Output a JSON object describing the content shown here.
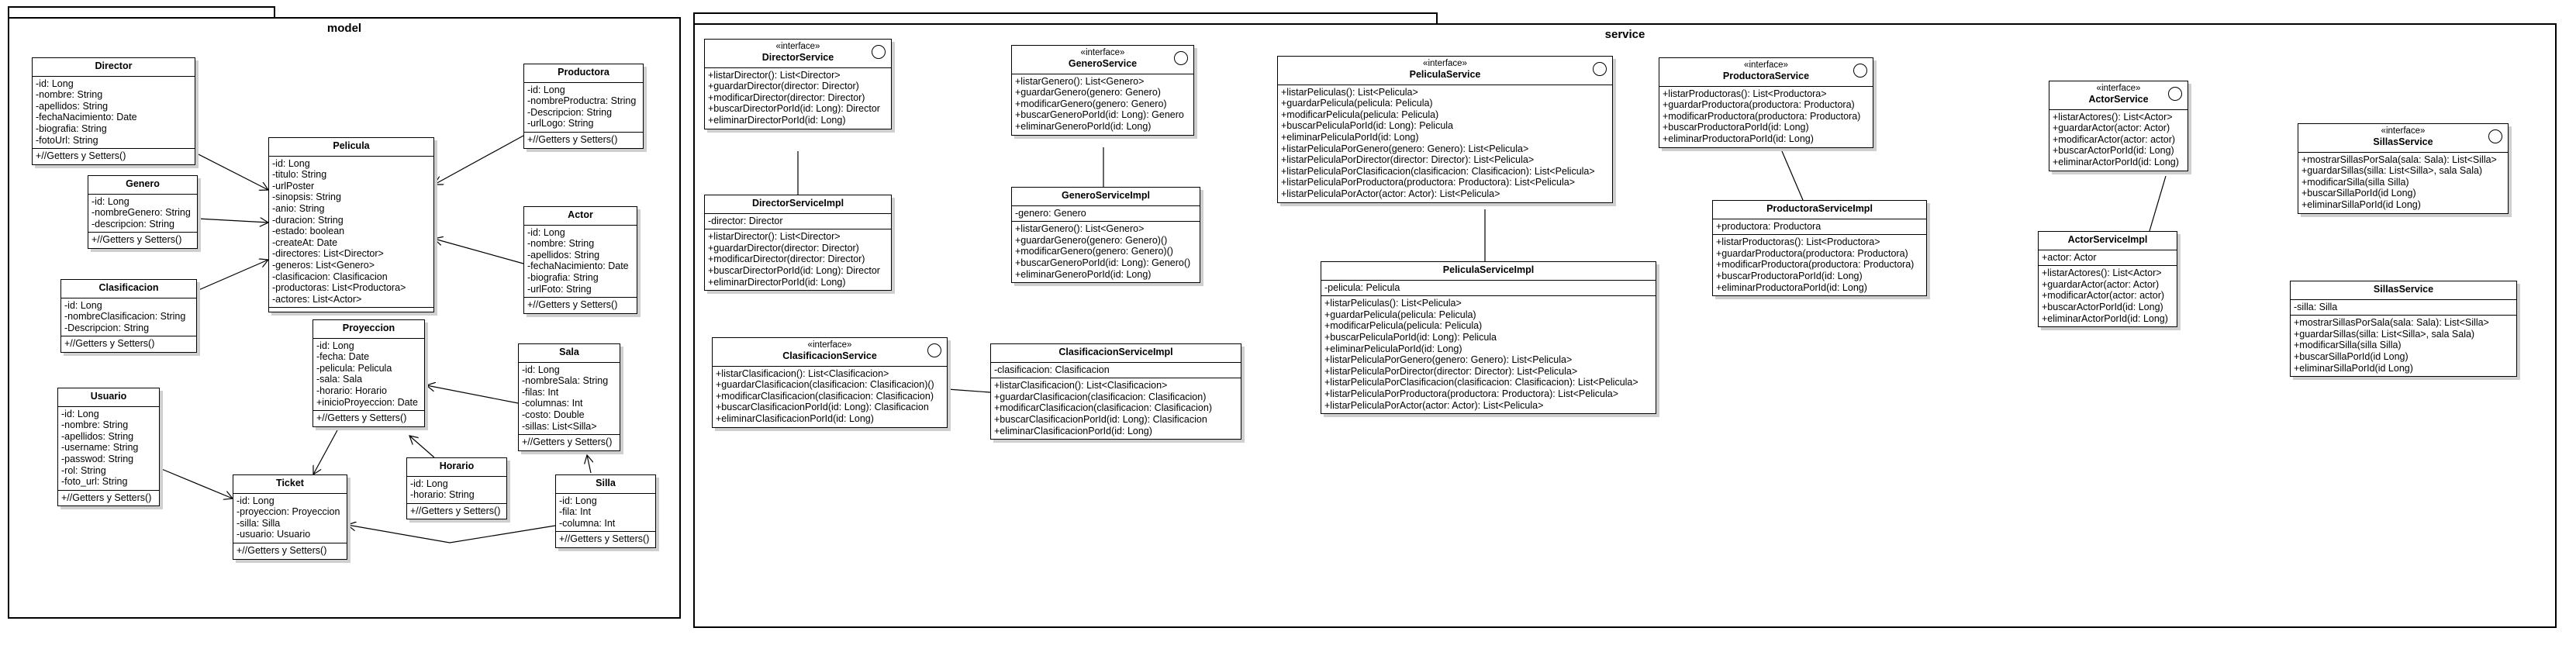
{
  "packages": {
    "model": {
      "title": "model"
    },
    "service": {
      "title": "service"
    }
  },
  "classes": {
    "director": {
      "name": "Director",
      "fields": [
        "-id: Long",
        "-nombre: String",
        "-apellidos: String",
        "-fechaNacimiento: Date",
        "-biografia: String",
        "-fotoUrl: String"
      ],
      "methods": [
        "+//Getters y Setters()"
      ]
    },
    "genero": {
      "name": "Genero",
      "fields": [
        "-id: Long",
        "-nombreGenero: String",
        "-descripcion: String"
      ],
      "methods": [
        "+//Getters y Setters()"
      ]
    },
    "clasificacion": {
      "name": "Clasificacion",
      "fields": [
        "-id: Long",
        "-nombreClasificacion: String",
        "-Descripcion: String"
      ],
      "methods": [
        "+//Getters y Setters()"
      ]
    },
    "usuario": {
      "name": "Usuario",
      "fields": [
        "-id: Long",
        "-nombre: String",
        "-apellidos: String",
        "-username: String",
        "-passwod: String",
        "-rol: String",
        "-foto_url: String"
      ],
      "methods": [
        "+//Getters y Setters()"
      ]
    },
    "pelicula": {
      "name": "Pelicula",
      "fields": [
        "-id: Long",
        "-titulo: String",
        "-urlPoster",
        "-sinopsis: String",
        "-anio: String",
        "-duracion: String",
        "-estado: boolean",
        "-createAt: Date",
        "-directores: List<Director>",
        "-generos: List<Genero>",
        "-clasificacion: Clasificacion",
        "-productoras: List<Productora>",
        "-actores: List<Actor>"
      ],
      "methods": []
    },
    "productora": {
      "name": "Productora",
      "fields": [
        "-id: Long",
        "-nombreProductra: String",
        "-Descripcion: String",
        "-urlLogo: String"
      ],
      "methods": [
        "+//Getters y Setters()"
      ]
    },
    "actor": {
      "name": "Actor",
      "fields": [
        "-id: Long",
        "-nombre: String",
        "-apellidos: String",
        "-fechaNacimiento: Date",
        "-biografia: String",
        "-urlFoto: String"
      ],
      "methods": [
        "+//Getters y Setters()"
      ]
    },
    "proyeccion": {
      "name": "Proyeccion",
      "fields": [
        "-id: Long",
        "-fecha: Date",
        "-pelicula: Pelicula",
        "-sala: Sala",
        "-horario: Horario",
        "+inicioProyeccion: Date"
      ],
      "methods": [
        "+//Getters y Setters()"
      ]
    },
    "sala": {
      "name": "Sala",
      "fields": [
        "-id: Long",
        "-nombreSala: String",
        "-filas: Int",
        "-columnas: Int",
        "-costo: Double",
        "-sillas: List<Silla>"
      ],
      "methods": [
        "+//Getters y Setters()"
      ]
    },
    "horario": {
      "name": "Horario",
      "fields": [
        "-id: Long",
        "-horario: String"
      ],
      "methods": [
        "+//Getters y Setters()"
      ]
    },
    "ticket": {
      "name": "Ticket",
      "fields": [
        "-id: Long",
        "-proyeccion: Proyeccion",
        "-silla: Silla",
        "-usuario: Usuario"
      ],
      "methods": [
        "+//Getters y Setters()"
      ]
    },
    "silla": {
      "name": "Silla",
      "fields": [
        "-id: Long",
        "-fila: Int",
        "-columna: Int"
      ],
      "methods": [
        "+//Getters y Setters()"
      ]
    },
    "directorService": {
      "stereo": "«interface»",
      "name": "DirectorService",
      "methods": [
        "+listarDirector(): List<Director>",
        "+guardarDirector(director: Director)",
        "+modificarDirector(director: Director)",
        "+buscarDirectorPorId(id: Long): Director",
        "+eliminarDirectorPorId(id: Long)"
      ]
    },
    "directorServiceImpl": {
      "name": "DirectorServiceImpl",
      "fields": [
        "-director: Director"
      ],
      "methods": [
        "+listarDirector(): List<Director>",
        "+guardarDirector(director: Director)",
        "+modificarDirector(director: Director)",
        "+buscarDirectorPorId(id: Long): Director",
        "+eliminarDirectorPorId(id: Long)"
      ]
    },
    "generoService": {
      "stereo": "«interface»",
      "name": "GeneroService",
      "methods": [
        "+listarGenero(): List<Genero>",
        "+guardarGenero(genero: Genero)",
        "+modificarGenero(genero: Genero)",
        "+buscarGeneroPorId(id: Long): Genero",
        "+eliminarGeneroPorId(id: Long)"
      ]
    },
    "generoServiceImpl": {
      "name": "GeneroServiceImpl",
      "fields": [
        "-genero: Genero"
      ],
      "methods": [
        "+listarGenero(): List<Genero>",
        "+guardarGenero(genero: Genero)()",
        "+modificarGenero(genero: Genero)()",
        "+buscarGeneroPorId(id: Long): Genero()",
        "+eliminarGeneroPorId(id: Long)"
      ]
    },
    "peliculaService": {
      "stereo": "«interface»",
      "name": "PeliculaService",
      "methods": [
        "+listarPeliculas(): List<Pelicula>",
        "+guardarPelicula(pelicula: Pelicula)",
        "+modificarPelicula(pelicula: Pelicula)",
        "+buscarPeliculaPorId(id: Long): Pelicula",
        "+eliminarPeliculaPorId(id: Long)",
        "+listarPeliculaPorGenero(genero: Genero): List<Pelicula>",
        "+listarPeliculaPorDirector(director: Director): List<Pelicula>",
        "+listarPeliculaPorClasificacion(clasificacion: Clasificacion): List<Pelicula>",
        "+listarPeliculaPorProductora(productora: Productora): List<Pelicula>",
        "+listarPeliculaPorActor(actor: Actor): List<Pelicula>"
      ]
    },
    "peliculaServiceImpl": {
      "name": "PeliculaServiceImpl",
      "fields": [
        "-pelicula: Pelicula"
      ],
      "methods": [
        "+listarPeliculas(): List<Pelicula>",
        "+guardarPelicula(pelicula: Pelicula)",
        "+modificarPelicula(pelicula: Pelicula)",
        "+buscarPeliculaPorId(id: Long): Pelicula",
        "+eliminarPeliculaPorId(id: Long)",
        "+listarPeliculaPorGenero(genero: Genero): List<Pelicula>",
        "+listarPeliculaPorDirector(director: Director): List<Pelicula>",
        "+listarPeliculaPorClasificacion(clasificacion: Clasificacion): List<Pelicula>",
        "+listarPeliculaPorProductora(productora: Productora): List<Pelicula>",
        "+listarPeliculaPorActor(actor: Actor): List<Pelicula>"
      ]
    },
    "productoraService": {
      "stereo": "«interface»",
      "name": "ProductoraService",
      "methods": [
        "+listarProductoras(): List<Productora>",
        "+guardarProductora(productora: Productora)",
        "+modificarProductora(productora: Productora)",
        "+buscarProductoraPorId(id: Long)",
        "+eliminarProductoraPorId(id: Long)"
      ]
    },
    "productoraServiceImpl": {
      "name": "ProductoraServiceImpl",
      "fields": [
        "+productora: Productora"
      ],
      "methods": [
        "+listarProductoras(): List<Productora>",
        "+guardarProductora(productora: Productora)",
        "+modificarProductora(productora: Productora)",
        "+buscarProductoraPorId(id: Long)",
        "+eliminarProductoraPorId(id: Long)"
      ]
    },
    "actorService": {
      "stereo": "«interface»",
      "name": "ActorService",
      "methods": [
        "+listarActores(): List<Actor>",
        "+guardarActor(actor: Actor)",
        "+modificarActor(actor: actor)",
        "+buscarActorPorId(id: Long)",
        "+eliminarActorPorId(id: Long)"
      ]
    },
    "actorServiceImpl": {
      "name": "ActorServiceImpl",
      "fields": [
        "+actor: Actor"
      ],
      "methods": [
        "+listarActores(): List<Actor>",
        "+guardarActor(actor: Actor)",
        "+modificarActor(actor: actor)",
        "+buscarActorPorId(id: Long)",
        "+eliminarActorPorId(id: Long)"
      ]
    },
    "sillasService": {
      "stereo": "«interface»",
      "name": "SillasService",
      "methods": [
        "+mostrarSillasPorSala(sala: Sala): List<Silla>",
        "+guardarSillas(silla: List<Silla>, sala Sala)",
        "+modificarSilla(silla Silla)",
        "+buscarSillaPorId(id Long)",
        "+eliminarSillaPorId(id Long)"
      ]
    },
    "sillasServiceImpl": {
      "name": "SillasService",
      "fields": [
        "-silla: Silla"
      ],
      "methods": [
        "+mostrarSillasPorSala(sala: Sala): List<Silla>",
        "+guardarSillas(silla: List<Silla>, sala Sala)",
        "+modificarSilla(silla Silla)",
        "+buscarSillaPorId(id Long)",
        "+eliminarSillaPorId(id Long)"
      ]
    },
    "clasificacionService": {
      "stereo": "«interface»",
      "name": "ClasificacionService",
      "methods": [
        "+listarClasificacion(): List<Clasificacion>",
        "+guardarClasificacion(clasificacion: Clasificacion)()",
        "+modificarClasificacion(clasificacion: Clasificacion)",
        "+buscarClasificacionPorId(id: Long): Clasificacion",
        "+eliminarClasificacionPorId(id: Long)"
      ]
    },
    "clasificacionServiceImpl": {
      "name": "ClasificacionServiceImpl",
      "fields": [
        "-clasificacion: Clasificacion"
      ],
      "methods": [
        "+listarClasificacion(): List<Clasificacion>",
        "+guardarClasificacion(clasificacion: Clasificacion)",
        "+modificarClasificacion(clasificacion: Clasificacion)",
        "+buscarClasificacionPorId(id: Long): Clasificacion",
        "+eliminarClasificacionPorId(id: Long)"
      ]
    }
  }
}
